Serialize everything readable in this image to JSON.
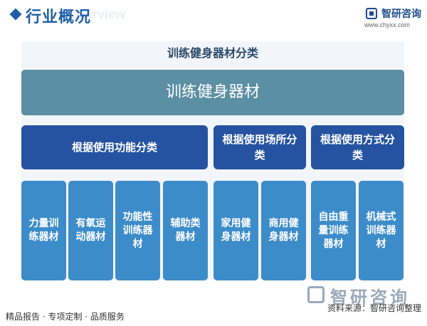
{
  "header": {
    "title": "行业概况",
    "title_en": "Overview",
    "brand_name": "智研咨询",
    "brand_url": "www.chyxx.com"
  },
  "diagram": {
    "title": "训练健身器材分类",
    "root": "训练健身器材",
    "categories": [
      {
        "label": "根据使用功能分类",
        "children": [
          "力量训练器材",
          "有氧运动器材",
          "功能性训练器材",
          "辅助类器材"
        ]
      },
      {
        "label": "根据使用场所分类",
        "children": [
          "家用健身器材",
          "商用健身器材"
        ]
      },
      {
        "label": "根据使用方式分类",
        "children": [
          "自由重量训练器材",
          "机械式训练器材"
        ]
      }
    ]
  },
  "watermark": {
    "brand_name": "智研咨询"
  },
  "footer": {
    "tagline": "精品报告 · 专项定制 · 品质服务",
    "source": "资料来源：智研咨询整理"
  },
  "colors": {
    "accent": "#1f5fa8",
    "root_box": "#5b8fa3",
    "category_box": "#2553a1",
    "leaf_box": "#3d8cca",
    "panel_bg": "#f2f5f9"
  }
}
